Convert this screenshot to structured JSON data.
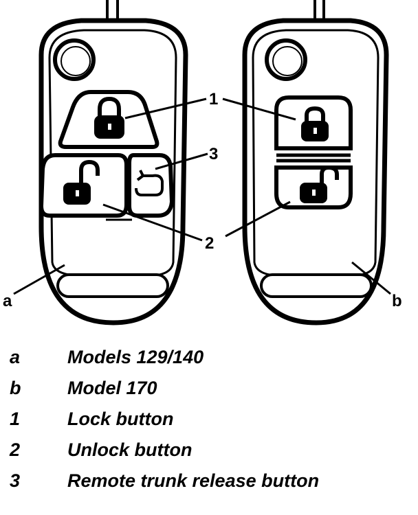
{
  "callouts": {
    "one": "1",
    "two": "2",
    "three": "3",
    "a": "a",
    "b": "b"
  },
  "legend": [
    {
      "key": "a",
      "text": "Models 129/140"
    },
    {
      "key": "b",
      "text": "Model 170"
    },
    {
      "key": "1",
      "text": "Lock button"
    },
    {
      "key": "2",
      "text": "Unlock button"
    },
    {
      "key": "3",
      "text": "Remote trunk release button"
    }
  ]
}
